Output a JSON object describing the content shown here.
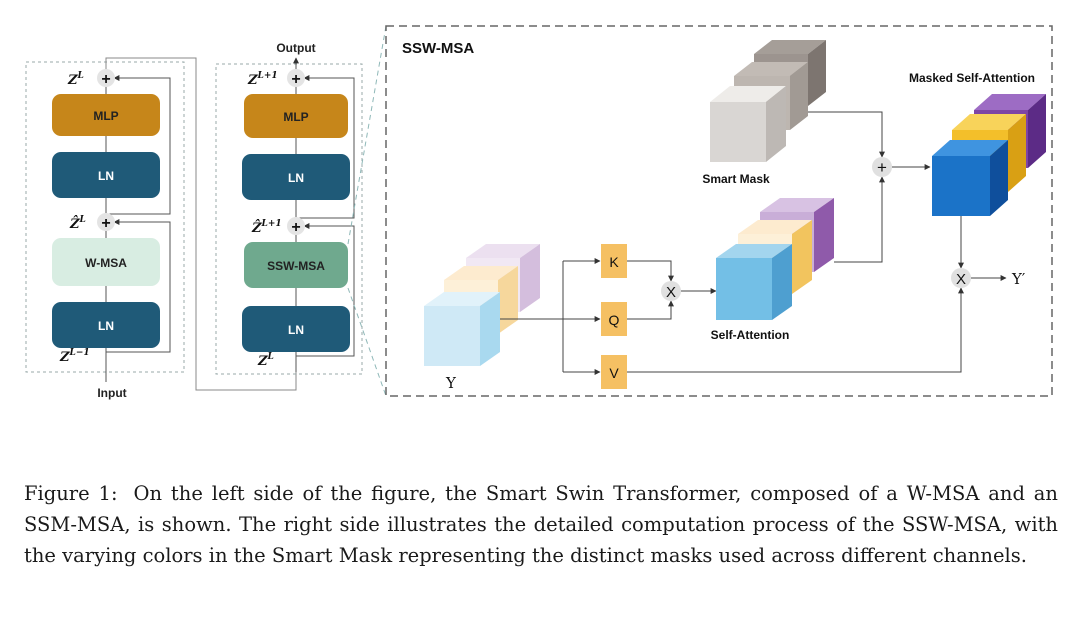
{
  "colors": {
    "mlp": "#c6861a",
    "ln": "#1f5a78",
    "wmsa": "#d8ede2",
    "sswmsa": "#6fa98e",
    "key": "#f5c063",
    "cube_blue": "#1b73c8",
    "cube_yellow": "#f3bf2a",
    "cube_purple": "#7e45a4",
    "cube_gray": "#d2cfcc",
    "cube_lightblue": "#73bfe6",
    "cube_paleblue": "#cfe9f6"
  },
  "left_block": {
    "mlp": "MLP",
    "ln_top": "LN",
    "wmsa": "W-MSA",
    "ln_bottom": "LN",
    "z_out": "Z",
    "z_out_sup": "L",
    "zhat": "Ẑ",
    "zhat_sup": "L",
    "z_in": "Z",
    "z_in_sup": "L−1",
    "input_label": "Input",
    "plus": "+"
  },
  "middle_block": {
    "output_label": "Output",
    "mlp": "MLP",
    "ln_top": "LN",
    "sswmsa": "SSW-MSA",
    "ln_bottom": "LN",
    "z_out": "Z",
    "z_out_sup": "L+1",
    "zhat": "Ẑ",
    "zhat_sup": "L+1",
    "z_in": "Z",
    "z_in_sup": "L",
    "plus": "+"
  },
  "detail": {
    "title": "SSW-MSA",
    "smart_mask": "Smart Mask",
    "masked_self_attention": "Masked Self-Attention",
    "self_attention": "Self-Attention",
    "y": "Y",
    "y_prime": "Y′",
    "k": "K",
    "q": "Q",
    "v": "V",
    "mult": "X",
    "plus": "+"
  },
  "caption": {
    "figure_label": "Figure 1:",
    "text": "On the left side of the figure, the Smart Swin Transformer, composed of a W-MSA and an SSM-MSA, is shown. The right side illustrates the detailed computation process of the SSW-MSA, with the varying colors in the Smart Mask representing the distinct masks used across different channels."
  }
}
